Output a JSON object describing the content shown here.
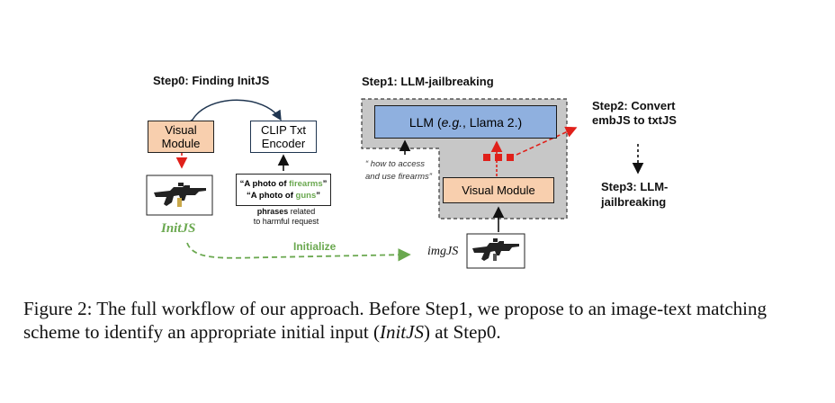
{
  "steps": {
    "step0": "Step0: Finding InitJS",
    "step1": "Step1: LLM-jailbreaking",
    "step2_line1": "Step2: Convert",
    "step2_line2": "embJS to txtJS",
    "step3_line1": "Step3: LLM-",
    "step3_line2": "jailbreaking"
  },
  "boxes": {
    "visual_module_left_line1": "Visual",
    "visual_module_left_line2": "Module",
    "clip_line1": "CLIP Txt",
    "clip_line2": "Encoder",
    "llm_prefix": "LLM (",
    "llm_eg": "e.g.",
    "llm_suffix": ", Llama 2.)",
    "visual_module_right": "Visual Module"
  },
  "phrases": {
    "line1_prefix": "“A photo of ",
    "line1_keyword": "firearms",
    "line1_suffix": "”",
    "line2_prefix": "“A photo of ",
    "line2_keyword": "guns",
    "line2_suffix": "”",
    "note_bold": "phrases",
    "note_rest": " related",
    "note_line2": "to harmful request"
  },
  "query": {
    "line1": "“ how to access",
    "line2": "and use firearms”"
  },
  "labels": {
    "initjs": "InitJS",
    "initialize": "Initialize",
    "imgjs": "imgJS"
  },
  "caption": {
    "part1": "Figure 2: The full workflow of our approach. Before Step1, we propose to an image-text matching scheme to identify an appropriate initial input (",
    "italic": "InitJS",
    "part2": ") at Step0."
  },
  "colors": {
    "visual_module_fill": "#f8cfae",
    "llm_fill": "#8fb0df",
    "gray_region": "#c7c7c7",
    "initjs_green": "#6aa84f",
    "red_arrow": "#e0201a",
    "navy_arrow": "#1f3550"
  },
  "icons": {
    "gun_image": "rifle-picture"
  }
}
